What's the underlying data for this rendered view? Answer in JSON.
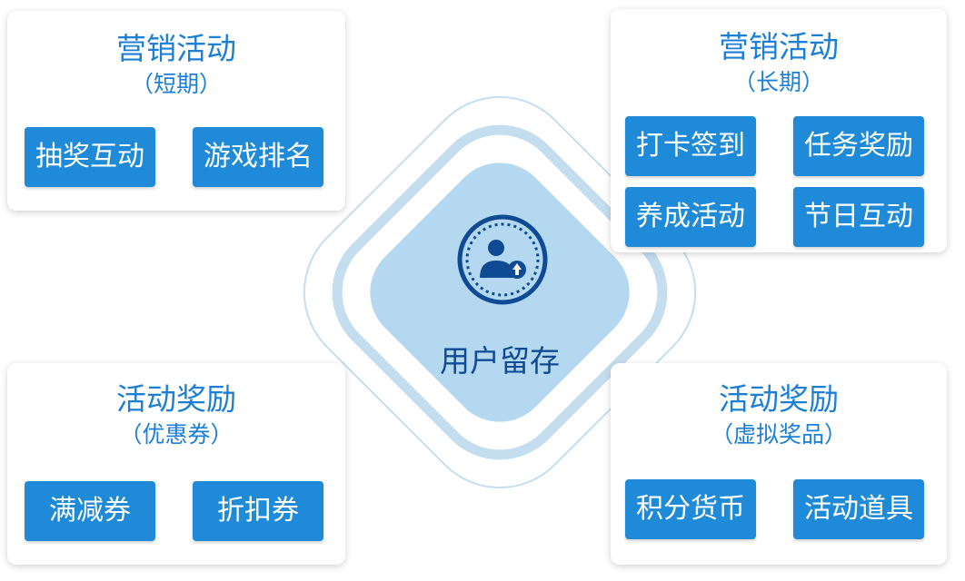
{
  "center": {
    "label": "用户留存",
    "icon": "user-growth-icon"
  },
  "colors": {
    "card_title": "#1c7fd6",
    "tag_bg": "#1f8ad8",
    "tag_text": "#ffffff",
    "ring_stroke": "#c4def0",
    "center_fill": "#b3d8ef",
    "center_text": "#0f4a94",
    "icon_navy": "#0f4a94"
  },
  "cards": {
    "top_left": {
      "title": "营销活动",
      "subtitle": "（短期）",
      "tags": [
        "抽奖互动",
        "游戏排名"
      ]
    },
    "top_right": {
      "title": "营销活动",
      "subtitle": "（长期）",
      "tags": [
        "打卡签到",
        "任务奖励",
        "养成活动",
        "节日互动"
      ]
    },
    "bottom_left": {
      "title": "活动奖励",
      "subtitle": "（优惠券）",
      "tags": [
        "满减券",
        "折扣券"
      ]
    },
    "bottom_right": {
      "title": "活动奖励",
      "subtitle": "（虚拟奖品）",
      "tags": [
        "积分货币",
        "活动道具"
      ]
    }
  }
}
